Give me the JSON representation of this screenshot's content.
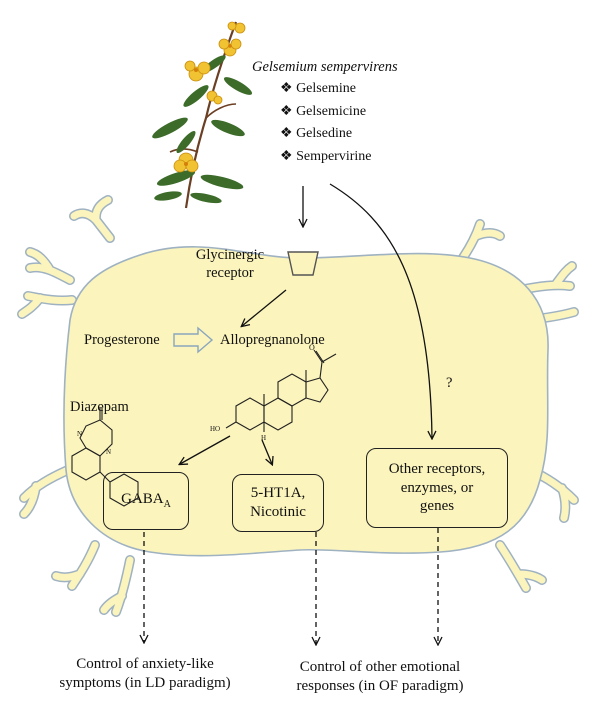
{
  "plant": {
    "species": "Gelsemium sempervirens",
    "compounds": [
      "Gelsemine",
      "Gelsemicine",
      "Gelsedine",
      "Sempervirine"
    ],
    "bullet": "❖"
  },
  "cell": {
    "receptor_label_line1": "Glycinergic",
    "receptor_label_line2": "receptor",
    "progesterone": "Progesterone",
    "allopregnanolone": "Allopregnanolone",
    "diazepam": "Diazepam",
    "question": "?",
    "gaba_main": "GABA",
    "gaba_sub": "A",
    "ht_line1": "5-HT1A,",
    "ht_line2": "Nicotinic",
    "other_line1": "Other receptors,",
    "other_line2": "enzymes, or",
    "other_line3": "genes",
    "oh_label": "HO",
    "h_label": "H"
  },
  "outcomes": {
    "anxiety_line1": "Control of anxiety-like",
    "anxiety_line2": "symptoms (in LD paradigm)",
    "emotional_line1": "Control of other emotional",
    "emotional_line2": "responses (in OF paradigm)"
  },
  "colors": {
    "cell_fill": "#fbf4bc",
    "cell_stroke": "#9fb2c2",
    "flower": "#f1c232",
    "leaf": "#3c6b2a",
    "stem": "#6b3f24"
  }
}
